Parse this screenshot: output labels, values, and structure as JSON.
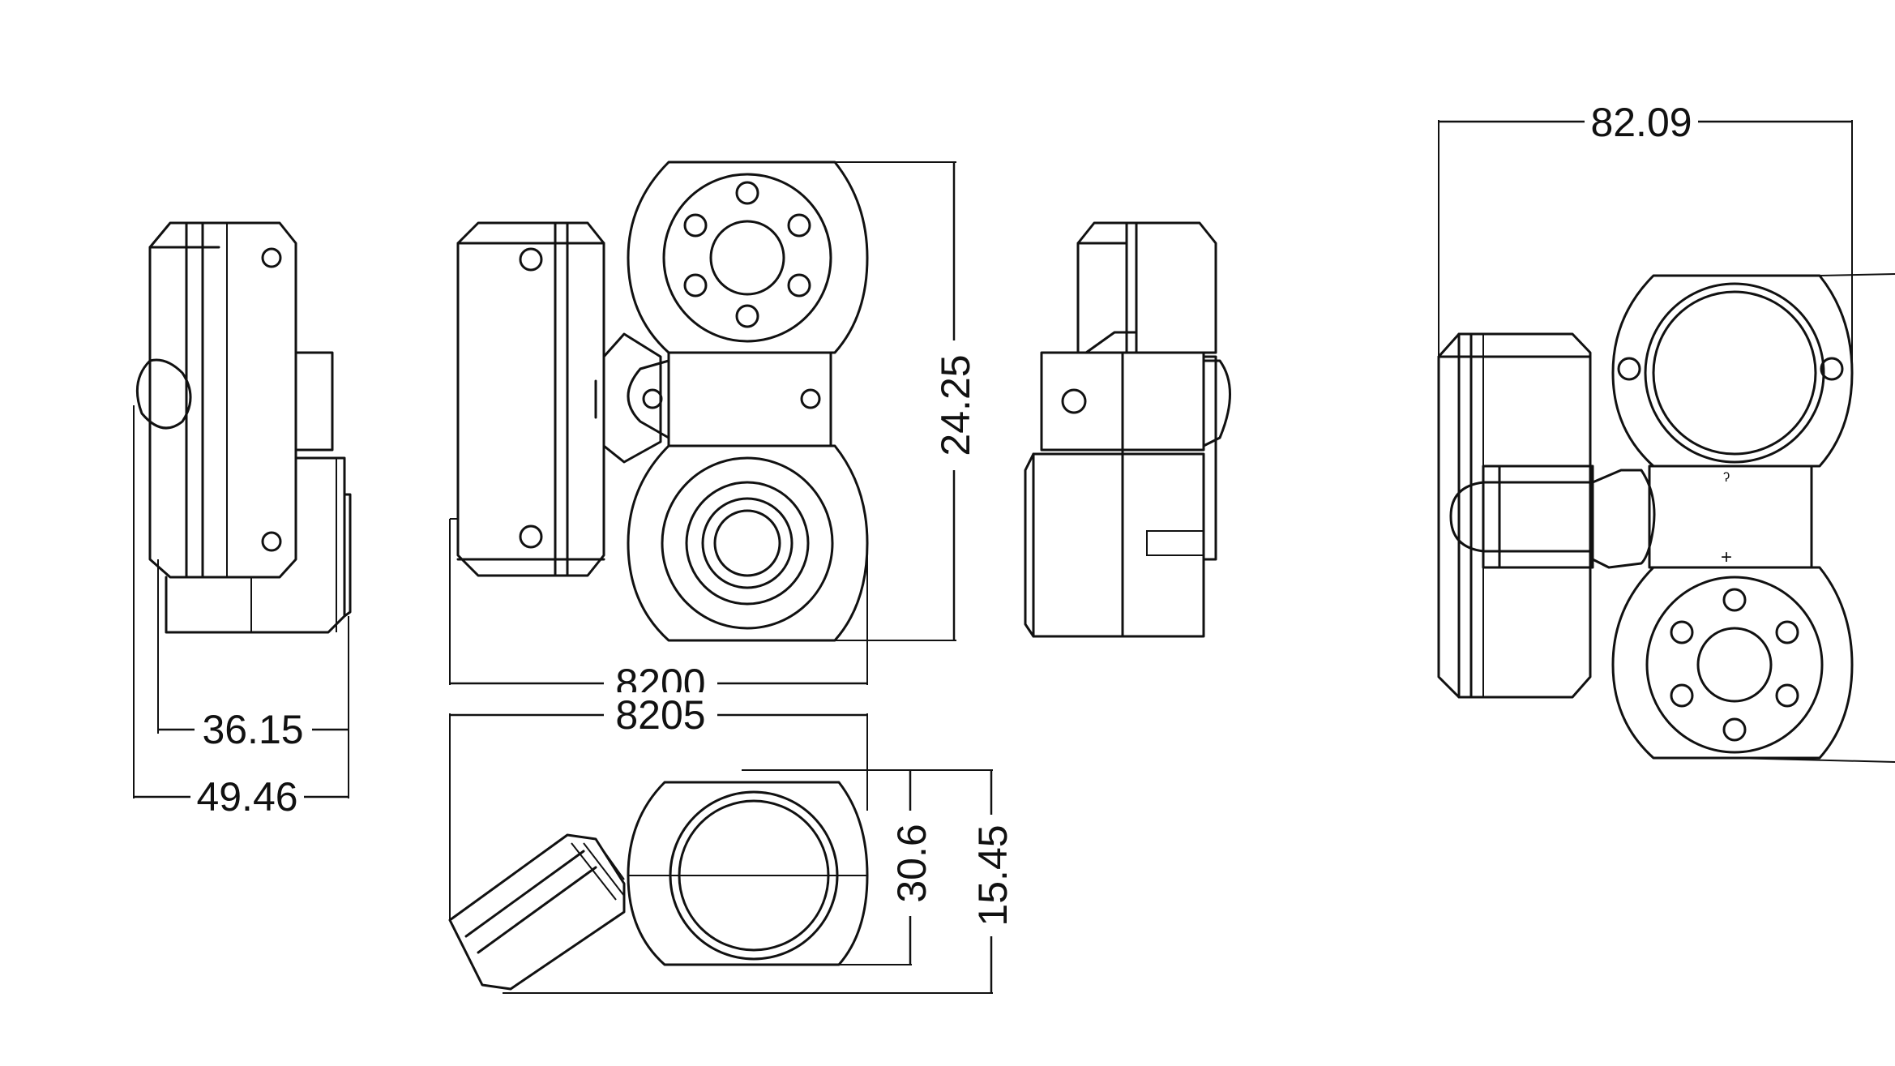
{
  "dimensions": {
    "side_inner_width": "36.15",
    "side_outer_width": "49.46",
    "front_width_a": "8200",
    "front_width_b": "8205",
    "front_height": "24.25",
    "bottom_inner_height": "30.6",
    "bottom_outer_height": "15.45",
    "right_view_width": "82.09"
  },
  "colors": {
    "line": "#111111",
    "background": "#ffffff"
  }
}
